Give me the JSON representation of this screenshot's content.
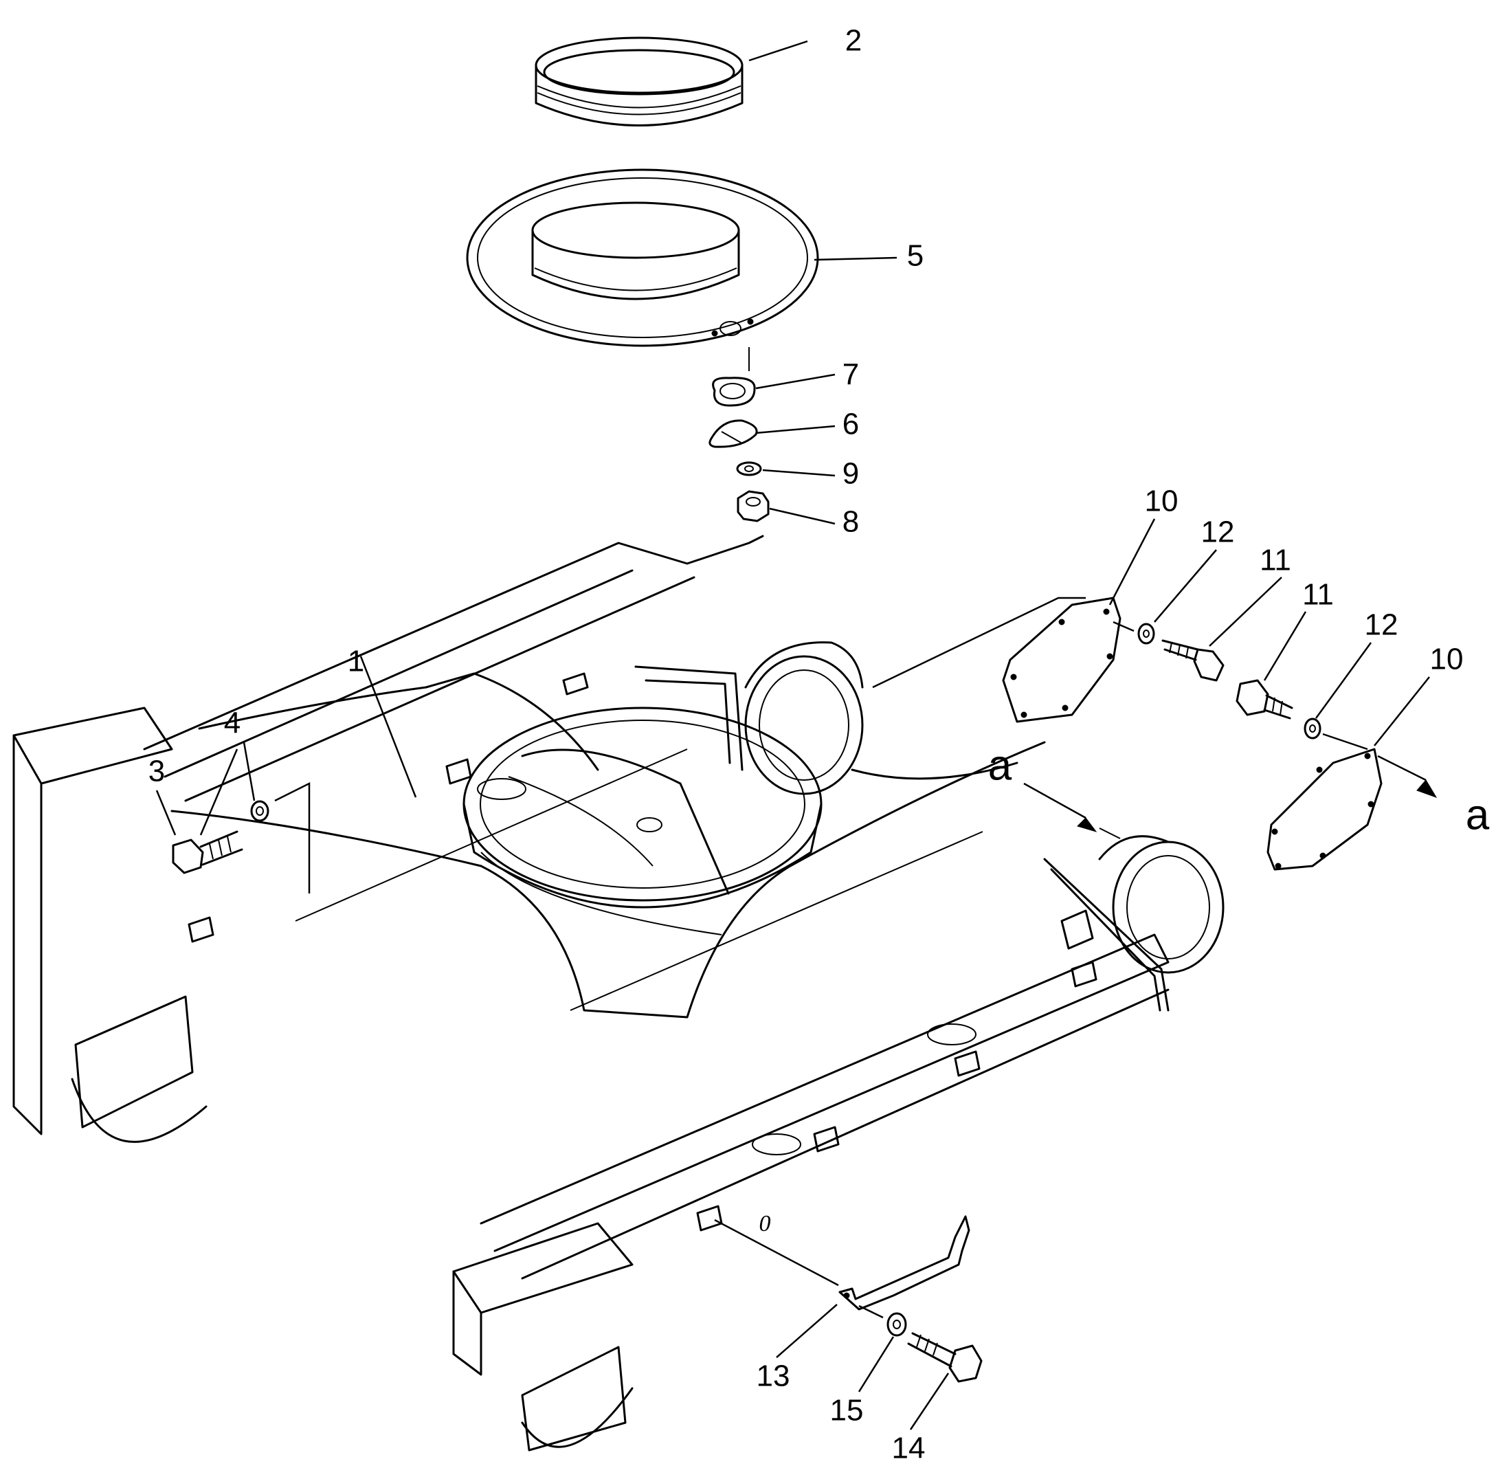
{
  "callouts": {
    "c1": "1",
    "c2": "2",
    "c3": "3",
    "c4": "4",
    "c5": "5",
    "c6": "6",
    "c7": "7",
    "c8": "8",
    "c9": "9",
    "c10a": "10",
    "c10b": "10",
    "c11a": "11",
    "c11b": "11",
    "c12a": "12",
    "c12b": "12",
    "c13": "13",
    "c14": "14",
    "c15": "15"
  },
  "view_marks": {
    "left": "a",
    "right": "a"
  },
  "frame_mark": "0"
}
